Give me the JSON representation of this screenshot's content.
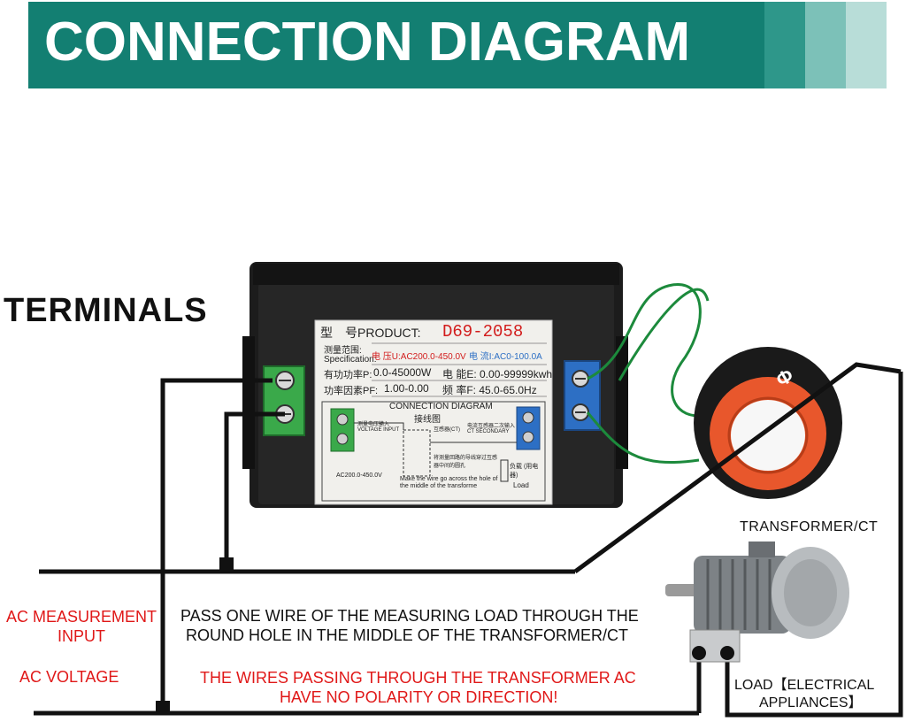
{
  "banner": {
    "title": "CONNECTION DIAGRAM",
    "color_main": "#137f72"
  },
  "terminals_label": "TERMINALS",
  "meter": {
    "label_product": "型　号PRODUCT:",
    "product_code": "D69-2058",
    "label_spec": "测量范围: Specification:",
    "spec_voltage": "电 压U:AC200.0-450.0V",
    "spec_current": "电 流I:AC0-100.0A",
    "label_power": "有功功率P:",
    "power_range": "0.0-45000W",
    "energy_range": "电 能E: 0.00-99999kwh",
    "label_pf": "功率因素PF:",
    "pf_range": "1.00-0.00",
    "freq_range": "频 率F: 45.0-65.0Hz",
    "inner_title": "CONNECTION DIAGRAM",
    "inner_subtitle": "接线图",
    "voltage_input": "测量电压输入 VOLTAGE INPUT",
    "ct_label": "互感器(CT)",
    "ct_secondary": "电流互感器二次输入 CT SECONDARY",
    "wire_note_cn": "将测量回路的导线穿过互感器中间的圆孔",
    "wire_note_en": "Make the wire go across the hole of the middle of the transforme",
    "ac_range": "AC200.0-450.0V",
    "load_cn": "负载 (用电器)",
    "load_en": "Load"
  },
  "transformer_label": "TRANSFORMER/CT",
  "ac_measurement_label": "AC MEASUREMENT INPUT",
  "ac_voltage_label": "AC VOLTAGE",
  "instruction_line1": "PASS ONE WIRE OF THE MEASURING LOAD THROUGH THE",
  "instruction_line2": "ROUND HOLE IN THE MIDDLE OF THE TRANSFORMER/CT",
  "warning_line1": "THE WIRES PASSING THROUGH THE TRANSFORMER AC",
  "warning_line2": "HAVE NO POLARITY OR DIRECTION!",
  "load_label_line1": "LOAD【ELECTRICAL",
  "load_label_line2": "APPLIANCES】",
  "ct_symbol": "Φ",
  "colors": {
    "red": "#e01818",
    "terminal_green": "#3aa94a",
    "terminal_blue": "#2d6fc4",
    "ct_orange": "#e8572c",
    "wire_green": "#1c8a3c"
  }
}
